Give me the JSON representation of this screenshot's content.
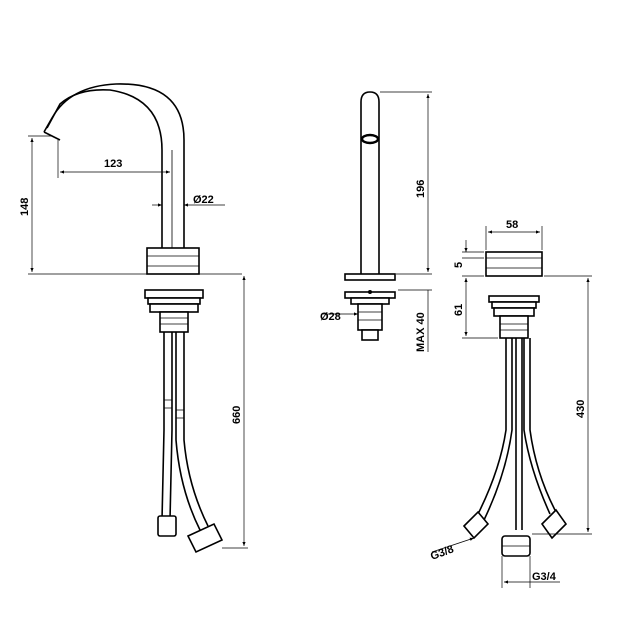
{
  "dimensions": {
    "spout_reach": "123",
    "spout_height": "148",
    "spout_diameter": "Ø22",
    "hose_length": "660",
    "side_height": "196",
    "base_diameter": "Ø28",
    "max_thickness": "MAX 40",
    "body_width": "58",
    "body_top": "5",
    "body_height": "61",
    "mixer_hose_length": "430",
    "inlet_thread": "G3/8",
    "outlet_thread": "G3/4"
  }
}
